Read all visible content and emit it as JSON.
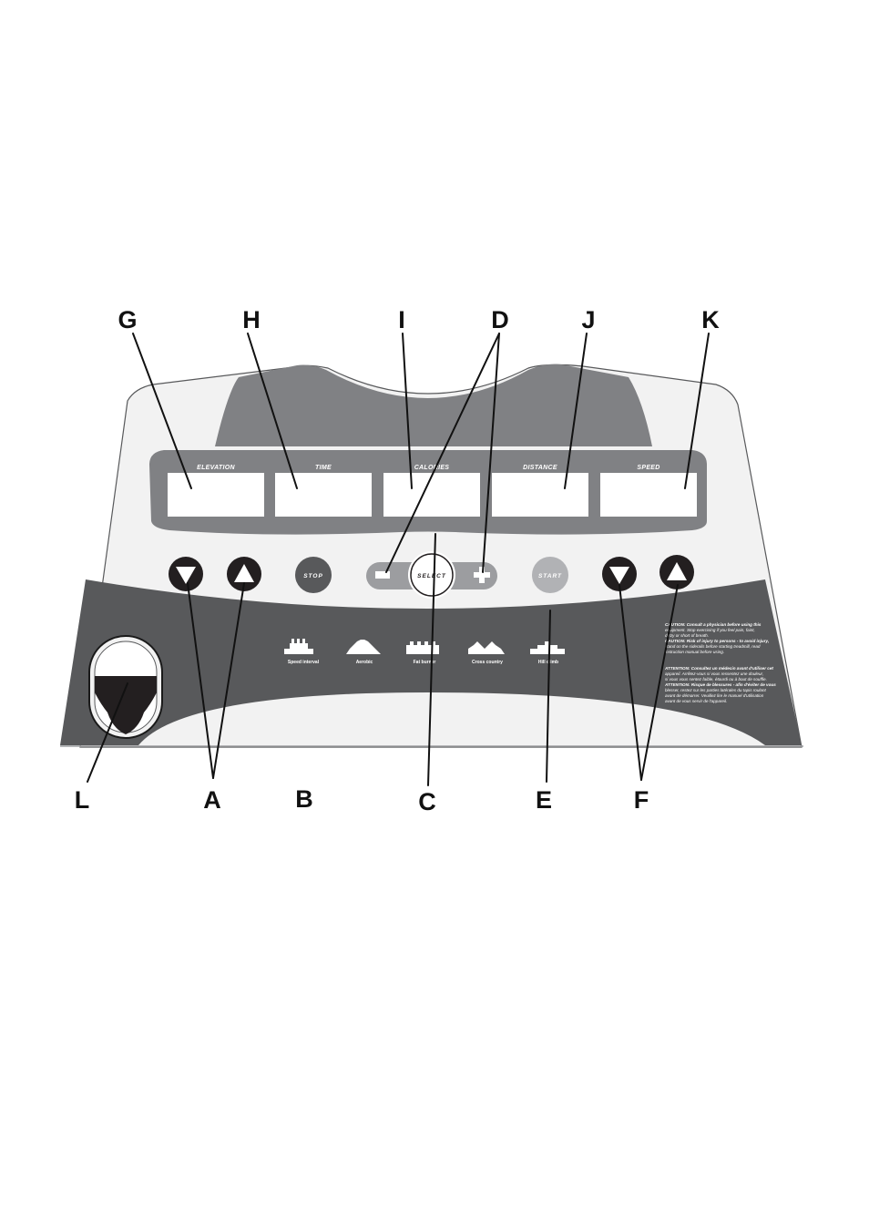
{
  "callouts": {
    "G": "G",
    "H": "H",
    "I": "I",
    "D": "D",
    "J": "J",
    "K": "K",
    "L": "L",
    "A": "A",
    "B": "B",
    "C": "C",
    "E": "E",
    "F": "F"
  },
  "displays": {
    "elevation": "ELEVATION",
    "time": "TIME",
    "calories": "CALORIES",
    "distance": "DISTANCE",
    "speed": "SPEED"
  },
  "buttons": {
    "stop": "STOP",
    "select": "SELECT",
    "start": "START"
  },
  "programs": [
    "Speed interval",
    "Aerobic",
    "Fat burner",
    "Cross country",
    "Hill climb"
  ],
  "warning_lines": [
    "CAUTION: Consult a physician before using this",
    "equipment. Stop exercising if you feel pain, faint,",
    "dizzy or short of breath.",
    "CAUTION: Risk of injury to persons - to avoid injury,",
    "stand on the siderails before starting treadmill, read",
    "instruction manual before using.",
    "",
    "ATTENTION: Consultez un médecin avant d'utiliser cet",
    "appareil. Arrêtez-vous si vous ressentez une douleur,",
    "si vous vous sentez faible, étourdi ou à bout de souffle.",
    "ATTENTION: Risque de blessures - afin d'éviter de vous",
    "blesser, restez sur les parties latérales du tapis roulant",
    "avant de démarrer.  Veuillez lire le manuel d'utilisation",
    "avant de vous servir de l'appareil."
  ],
  "colors": {
    "panel_dark": "#58595b",
    "panel_mid": "#808184",
    "panel_light": "#f2f2f2",
    "select_bar": "#9c9da0",
    "start_button": "#b1b2b5",
    "stop_button": "#58595b"
  }
}
